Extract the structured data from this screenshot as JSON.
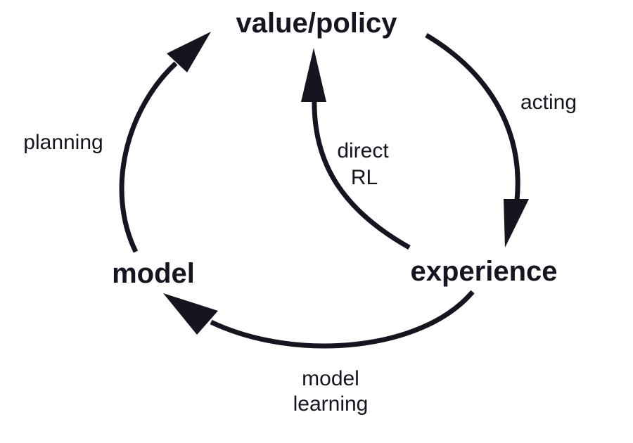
{
  "nodes": {
    "value_policy": "value/policy",
    "model": "model",
    "experience": "experience"
  },
  "edges": {
    "acting": "acting",
    "planning": "planning",
    "direct_rl_line1": "direct",
    "direct_rl_line2": "RL",
    "model_learning_line1": "model",
    "model_learning_line2": "learning"
  },
  "colors": {
    "ink": "#15151f",
    "background": "#ffffff"
  }
}
